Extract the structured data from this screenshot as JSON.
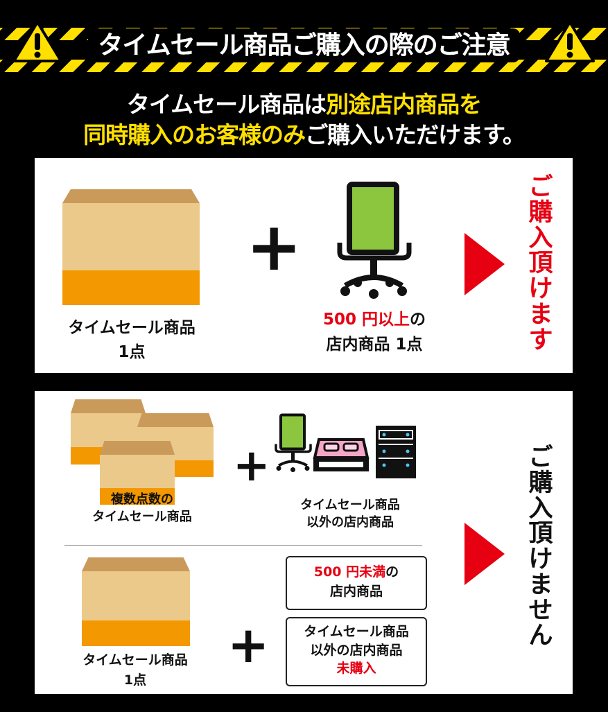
{
  "header": {
    "title": "タイムセール商品ご購入の際のご注意",
    "warning_icon": "warning-triangle-icon"
  },
  "lead": {
    "line1_a": "タイムセール商品は",
    "line1_b": "別途店内商品を",
    "line2_a": "同時購入のお客様のみ",
    "line2_b": "ご購入いただけます。"
  },
  "ok_case": {
    "item_label_1": "タイムセール商品",
    "item_label_2": "1点",
    "store_label_red": "500 円以上",
    "store_label_suffix": "の",
    "store_label_2": "店内商品 1点",
    "result": [
      "ご",
      "購",
      "入",
      "頂",
      "け",
      "ま",
      "す"
    ]
  },
  "ng_case": {
    "multi_label_1": "複数点数の",
    "multi_label_2": "タイムセール商品",
    "others_label_1": "タイムセール商品",
    "others_label_2": "以外の店内商品",
    "single_label_1": "タイムセール商品",
    "single_label_2": "1点",
    "note1_red": "500 円未満",
    "note1_suffix": "の",
    "note1_line2": "店内商品",
    "note2_line1": "タイムセール商品",
    "note2_line2": "以外の店内商品",
    "note2_red": "未購入",
    "result": [
      "ご",
      "購",
      "入",
      "頂",
      "け",
      "ま",
      "せ",
      "ん"
    ]
  },
  "colors": {
    "accent_yellow": "#ffe000",
    "accent_red": "#e60012",
    "box_orange": "#f39800",
    "chair_green": "#8cc63f"
  }
}
